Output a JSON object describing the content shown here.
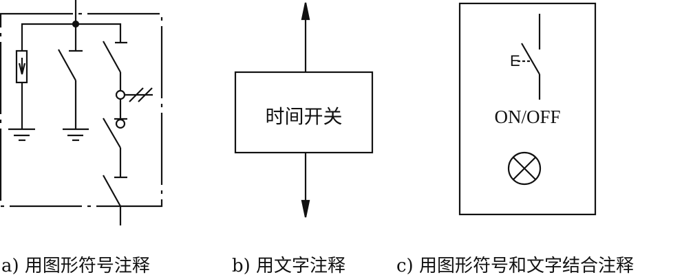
{
  "panel_b": {
    "box_text": "时间开关"
  },
  "panel_c": {
    "switch_letter": "E",
    "label": "ON/OFF"
  },
  "captions": [
    "a) 用图形符号注释",
    "b) 用文字注释",
    "c) 用图形符号和文字结合注释"
  ]
}
